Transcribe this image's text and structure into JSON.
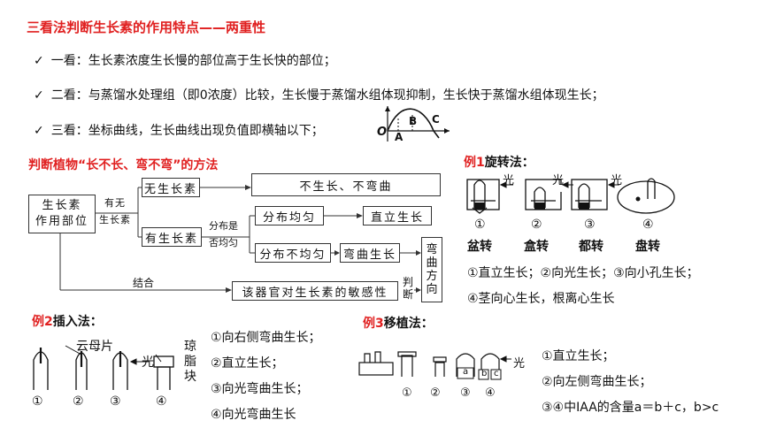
{
  "title": "三看法判断生长素的作用特点——两重性",
  "checks": [
    "一看：生长素浓度生长慢的部位高于生长快的部位；",
    "二看：与蒸馏水处理组（即0浓度）比较，生长慢于蒸馏水组体现抑制，生长快于蒸馏水组体现生长；",
    "三看：坐标曲线，生长曲线出现负值即横轴以下；"
  ],
  "check_mark": "✓",
  "curve_labels": {
    "o": "O",
    "a": "A",
    "b": "B",
    "c": "C"
  },
  "method_title": "判断植物“长不长、弯不弯”的方法",
  "flow": {
    "start": [
      "生长素",
      "作用部位"
    ],
    "has_none": [
      "有无",
      "生长素"
    ],
    "none": "无生长素",
    "none_result": "不生长、不弯曲",
    "has": "有生长素",
    "distribution": [
      "分布是",
      "否均匀"
    ],
    "even": "分布均匀",
    "even_result": "直立生长",
    "uneven": "分布不均匀",
    "uneven_result": "弯曲生长",
    "combine": "结合",
    "sensitivity": "该器官对生长素的敏感性",
    "judge": "判断",
    "bend_dir": "弯曲方向"
  },
  "ex1": {
    "label_num": "例1",
    "label_text": "旋转法：",
    "light": "光",
    "nums": [
      "①",
      "②",
      "③",
      "④"
    ],
    "names": [
      "盆转",
      "盒转",
      "都转",
      "盘转"
    ],
    "results": [
      "①直立生长；②向光生长；③向小孔生长；",
      "④茎向心生长，根离心生长"
    ]
  },
  "ex2": {
    "label_num": "例2",
    "label_text": "插入法：",
    "mica": "云母片",
    "light": "光",
    "agar": "琼脂块",
    "nums": [
      "①",
      "②",
      "③",
      "④"
    ],
    "results": [
      "①向右侧弯曲生长；",
      "②直立生长；",
      "③向光弯曲生长；",
      "④向光弯曲生长"
    ]
  },
  "ex3": {
    "label_num": "例3",
    "label_text": "移植法：",
    "light": "光",
    "blocks": [
      "a",
      "b",
      "c"
    ],
    "nums": [
      "①",
      "②",
      "③",
      "④"
    ],
    "results": [
      "①直立生长；",
      "②向左侧弯曲生长；",
      "③④中IAA的含量a＝b＋c，b>c"
    ]
  },
  "colors": {
    "accent": "#e02020",
    "text": "#111111"
  }
}
